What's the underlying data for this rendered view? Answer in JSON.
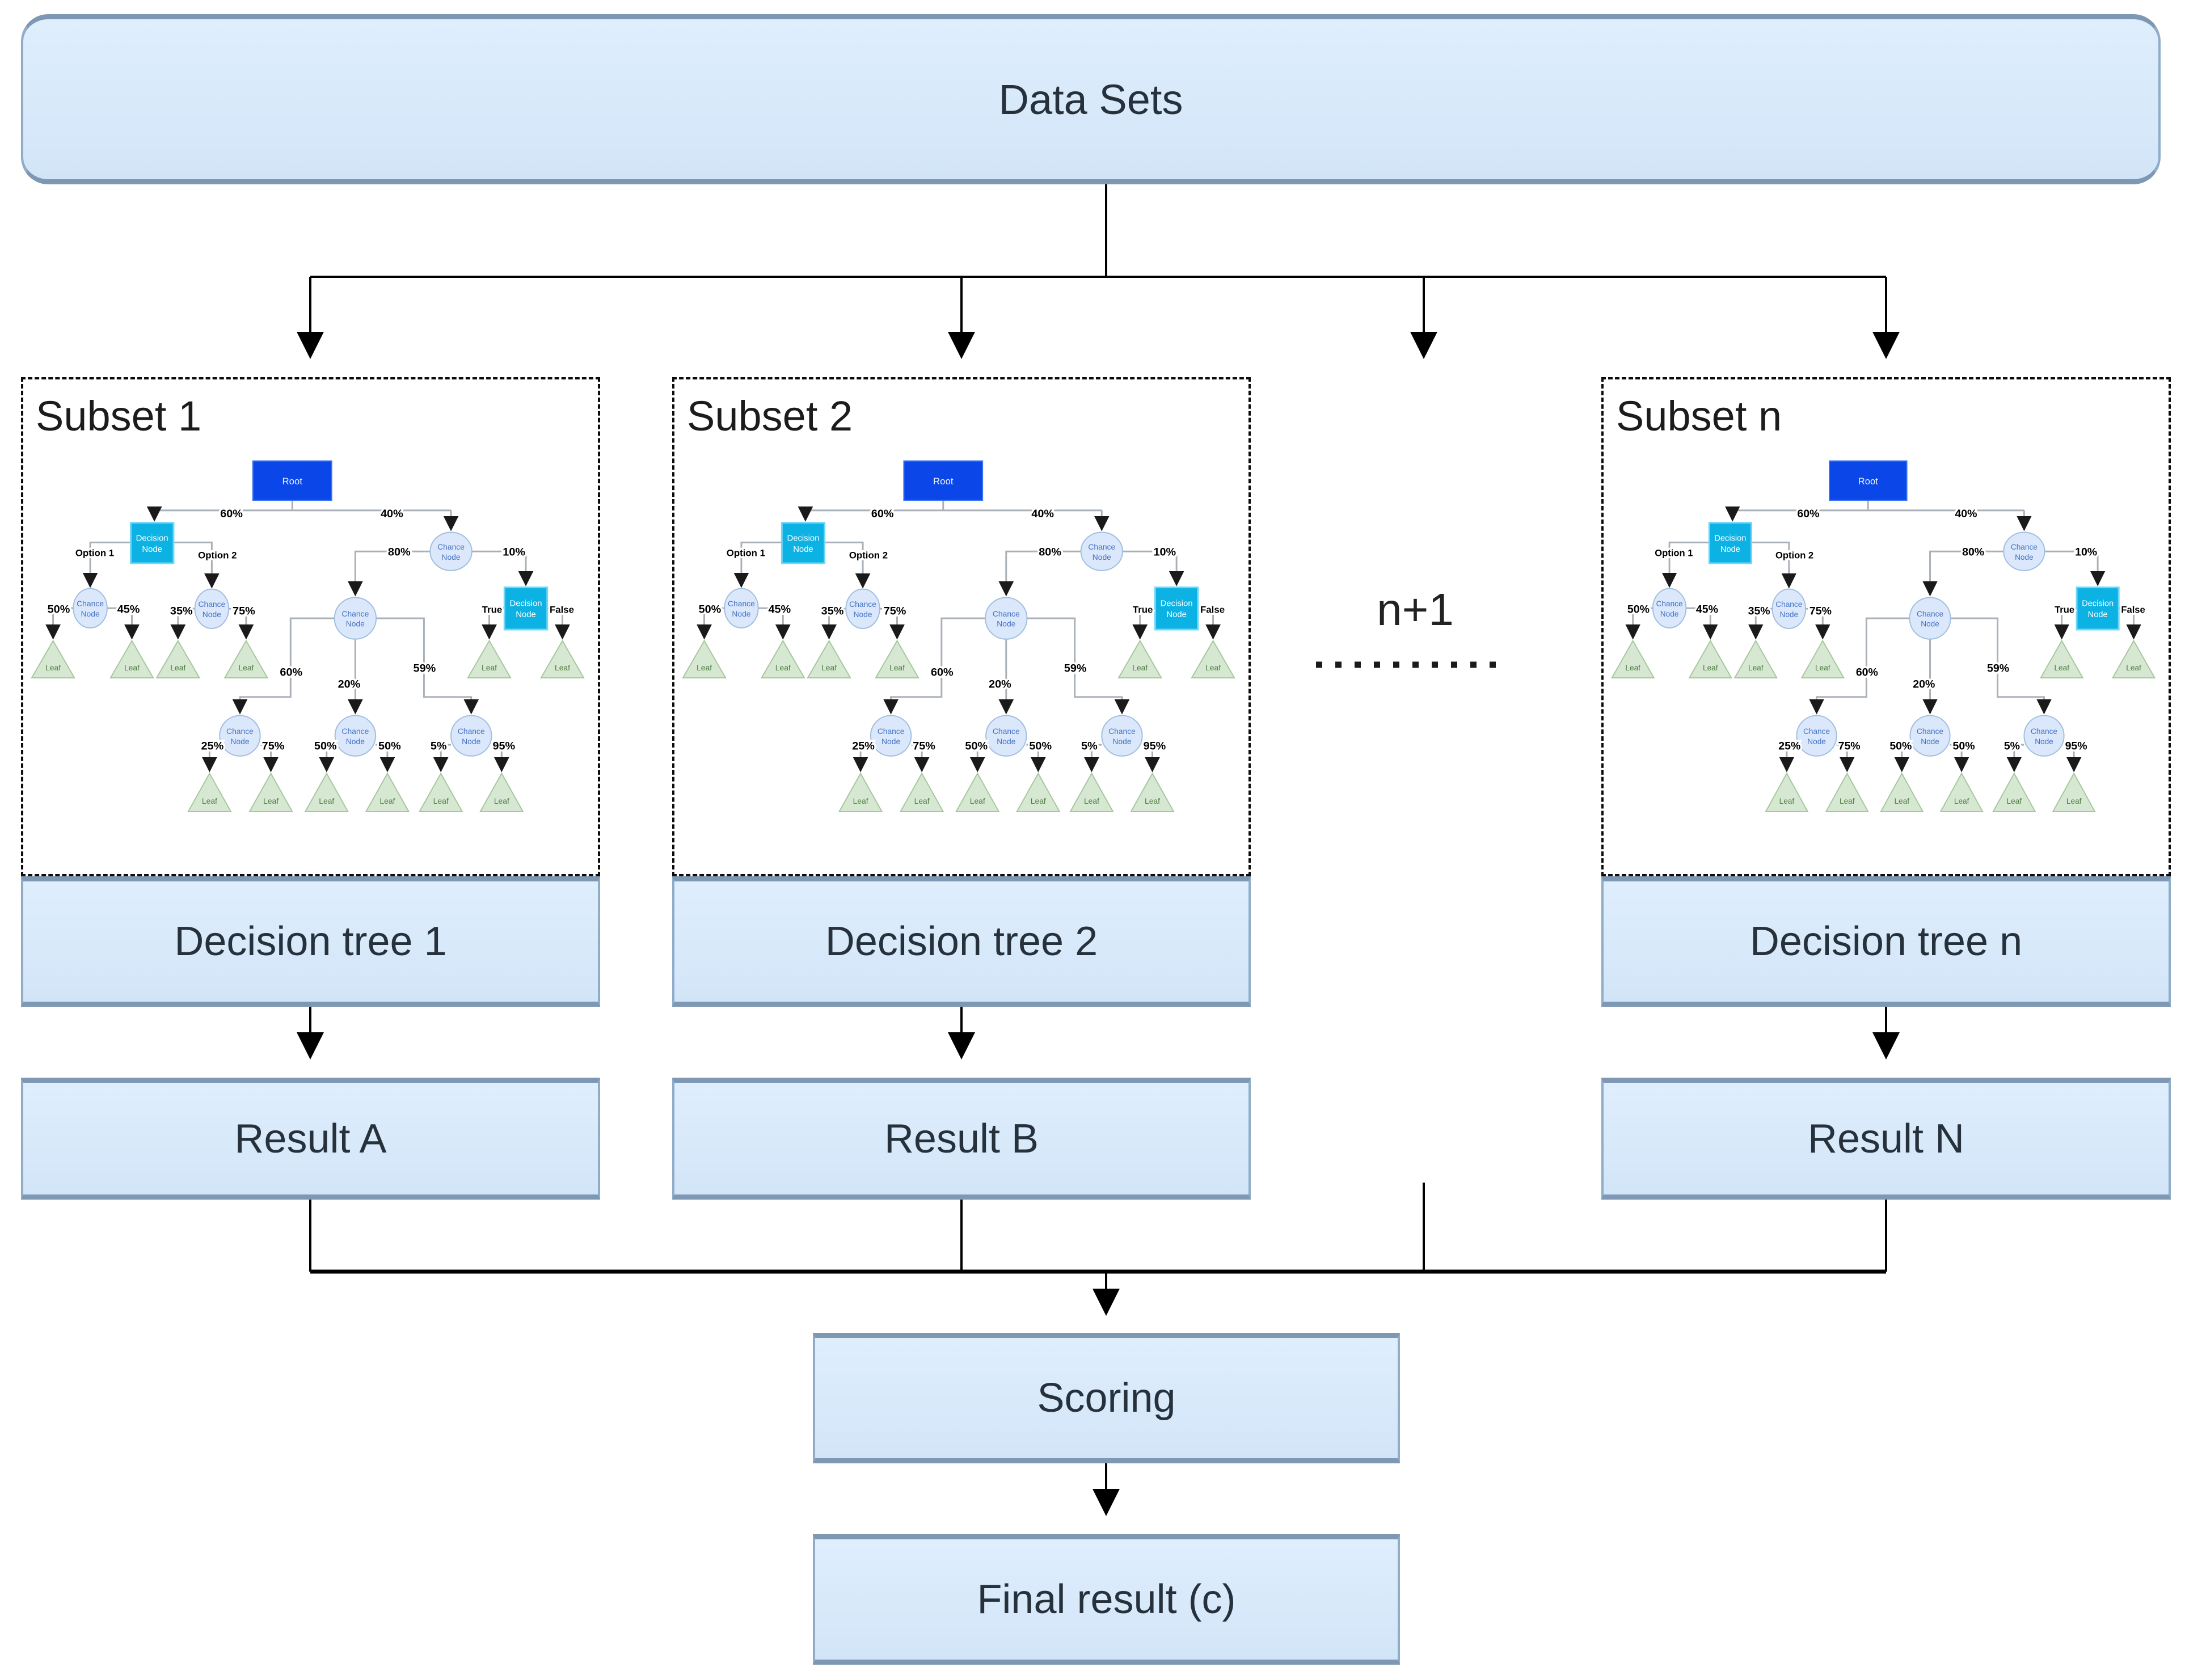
{
  "header": {
    "label": "Data Sets"
  },
  "subsets": [
    {
      "label": "Subset 1",
      "tree_caption": "Decision tree 1",
      "result": "Result A"
    },
    {
      "label": "Subset 2",
      "tree_caption": "Decision tree 2",
      "result": "Result B"
    },
    {
      "label": "Subset n",
      "tree_caption": "Decision tree n",
      "result": "Result N"
    }
  ],
  "ellipsis": {
    "label": "n+1"
  },
  "scoring": {
    "label": "Scoring"
  },
  "final_result": {
    "label": "Final result (c)"
  },
  "colors": {
    "box_fill": "#d6e8fa",
    "box_border": "#7e97b2",
    "root_node": "#0a46e8",
    "decision_node": "#0cb2e4",
    "chance_node_fill": "#dbe8fb",
    "chance_node_text": "#4472c4",
    "leaf_fill": "#d6e8d2",
    "leaf_text": "#4e7c42",
    "connector": "#000000",
    "tree_connector": "#a9b0b7"
  },
  "tree": {
    "root": "Root",
    "decision_word1": "Decision",
    "decision_word2": "Node",
    "chance_word1": "Chance",
    "chance_word2": "Node",
    "leaf": "Leaf",
    "labels": {
      "root_left": "60%",
      "root_right": "40%",
      "option1": "Option 1",
      "option2": "Option 2",
      "c1_left": "50%",
      "c1_right": "45%",
      "c2_left": "35%",
      "c2_right": "75%",
      "r_left": "80%",
      "r_right": "10%",
      "m_left": "60%",
      "m_mid": "20%",
      "m_right": "59%",
      "lb_left": "25%",
      "lb_right": "75%",
      "mb_left": "50%",
      "mb_right": "50%",
      "rb_left": "5%",
      "rb_right": "95%",
      "d2_true": "True",
      "d2_false": "False"
    }
  }
}
